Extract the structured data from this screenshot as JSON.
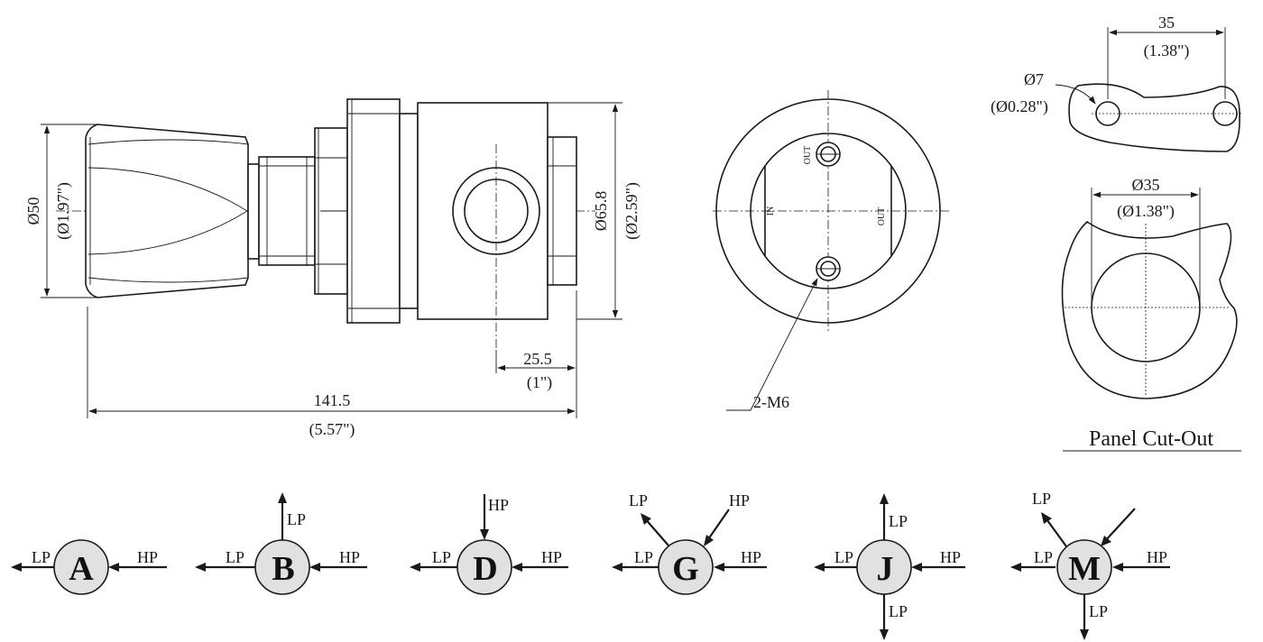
{
  "side_view": {
    "knob_diameter_mm": "Ø50",
    "knob_diameter_in": "(Ø1.97\")",
    "body_diameter_mm": "Ø65.8",
    "body_diameter_in": "(Ø2.59\")",
    "overall_length_mm": "141.5",
    "overall_length_in": "(5.57\")",
    "outlet_length_mm": "25.5",
    "outlet_length_in": "(1\")"
  },
  "end_view": {
    "label_in": "IN",
    "label_out_right": "OUT",
    "label_out_top": "OUT",
    "mount_thread": "2-M6"
  },
  "panel_cutout": {
    "hole_spacing_mm": "35",
    "hole_spacing_in": "(1.38\")",
    "hole_diameter_mm": "Ø7",
    "hole_diameter_in": "(Ø0.28\")",
    "cutout_diameter_mm": "Ø35",
    "cutout_diameter_in": "(Ø1.38\")",
    "title": "Panel Cut-Out"
  },
  "port_configs": [
    {
      "letter": "A",
      "labels": [
        "LP",
        "HP"
      ]
    },
    {
      "letter": "B",
      "labels": [
        "LP",
        "LP",
        "HP"
      ]
    },
    {
      "letter": "D",
      "labels": [
        "HP",
        "LP",
        "HP"
      ]
    },
    {
      "letter": "G",
      "labels": [
        "LP",
        "HP",
        "LP",
        "HP"
      ]
    },
    {
      "letter": "J",
      "labels": [
        "LP",
        "LP",
        "HP",
        "LP"
      ]
    },
    {
      "letter": "M",
      "labels": [
        "LP",
        "LP",
        "HP",
        "LP"
      ]
    }
  ]
}
